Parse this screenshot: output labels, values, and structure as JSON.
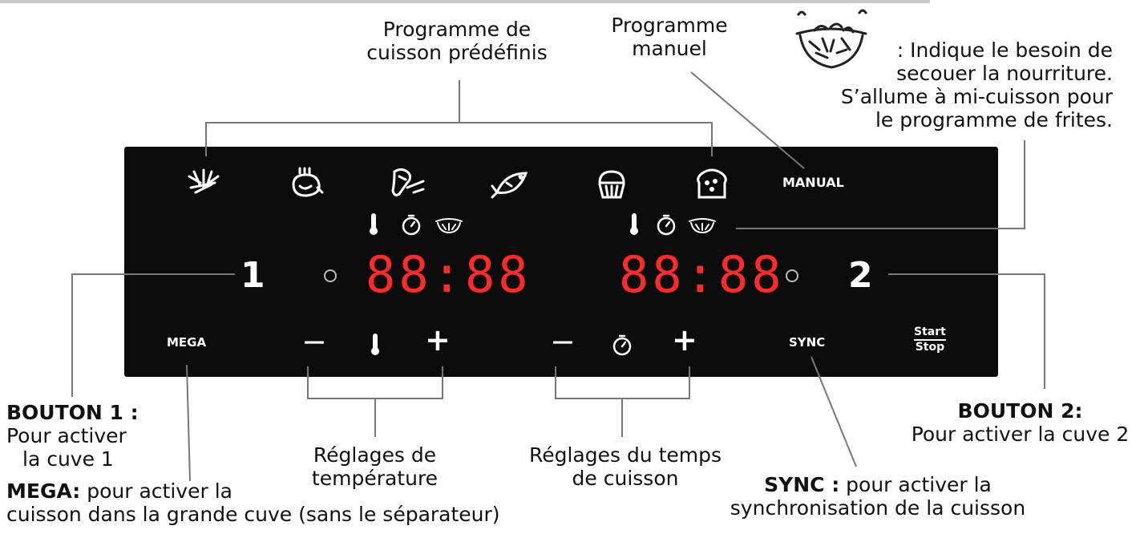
{
  "labels": {
    "predef_1": "Programme de",
    "predef_2": "cuisson prédéfinis",
    "manual_1": "Programme",
    "manual_2": "manuel",
    "shake_1": ": Indique le besoin de",
    "shake_2": "secouer la nourriture.",
    "shake_3": "S’allume à mi-cuisson pour",
    "shake_4": "le programme de frites.",
    "btn1_title": "BOUTON 1 :",
    "btn1_1": "Pour activer",
    "btn1_2": "la cuve 1",
    "btn2_title": "BOUTON 2:",
    "btn2_1": "Pour activer la cuve 2",
    "temp_1": "Réglages de",
    "temp_2": "température",
    "time_1": "Réglages du temps",
    "time_2": "de cuisson",
    "sync_title": "SYNC :",
    "sync_1": "pour activer la",
    "sync_2": "synchronisation de la cuisson",
    "mega_title": "MEGA:",
    "mega_1": "pour activer la",
    "mega_2": "cuisson dans la grande cuve (sans le séparateur)"
  },
  "panel": {
    "manual": "MANUAL",
    "zone1": "1",
    "zone2": "2",
    "display1": "88:88",
    "display2": "88:88",
    "mega": "MEGA",
    "minus": "−",
    "plus": "+",
    "sync": "SYNC",
    "start": "Start",
    "stop": "Stop"
  },
  "colors": {
    "panel": "#0b0b0b",
    "display": "#ff2a2a",
    "icon": "#ffffff"
  },
  "icons": [
    "fries-icon",
    "chicken-icon",
    "steak-icon",
    "fish-icon",
    "cake-icon",
    "bread-icon",
    "thermometer-icon",
    "timer-icon",
    "shake-basket-icon"
  ]
}
